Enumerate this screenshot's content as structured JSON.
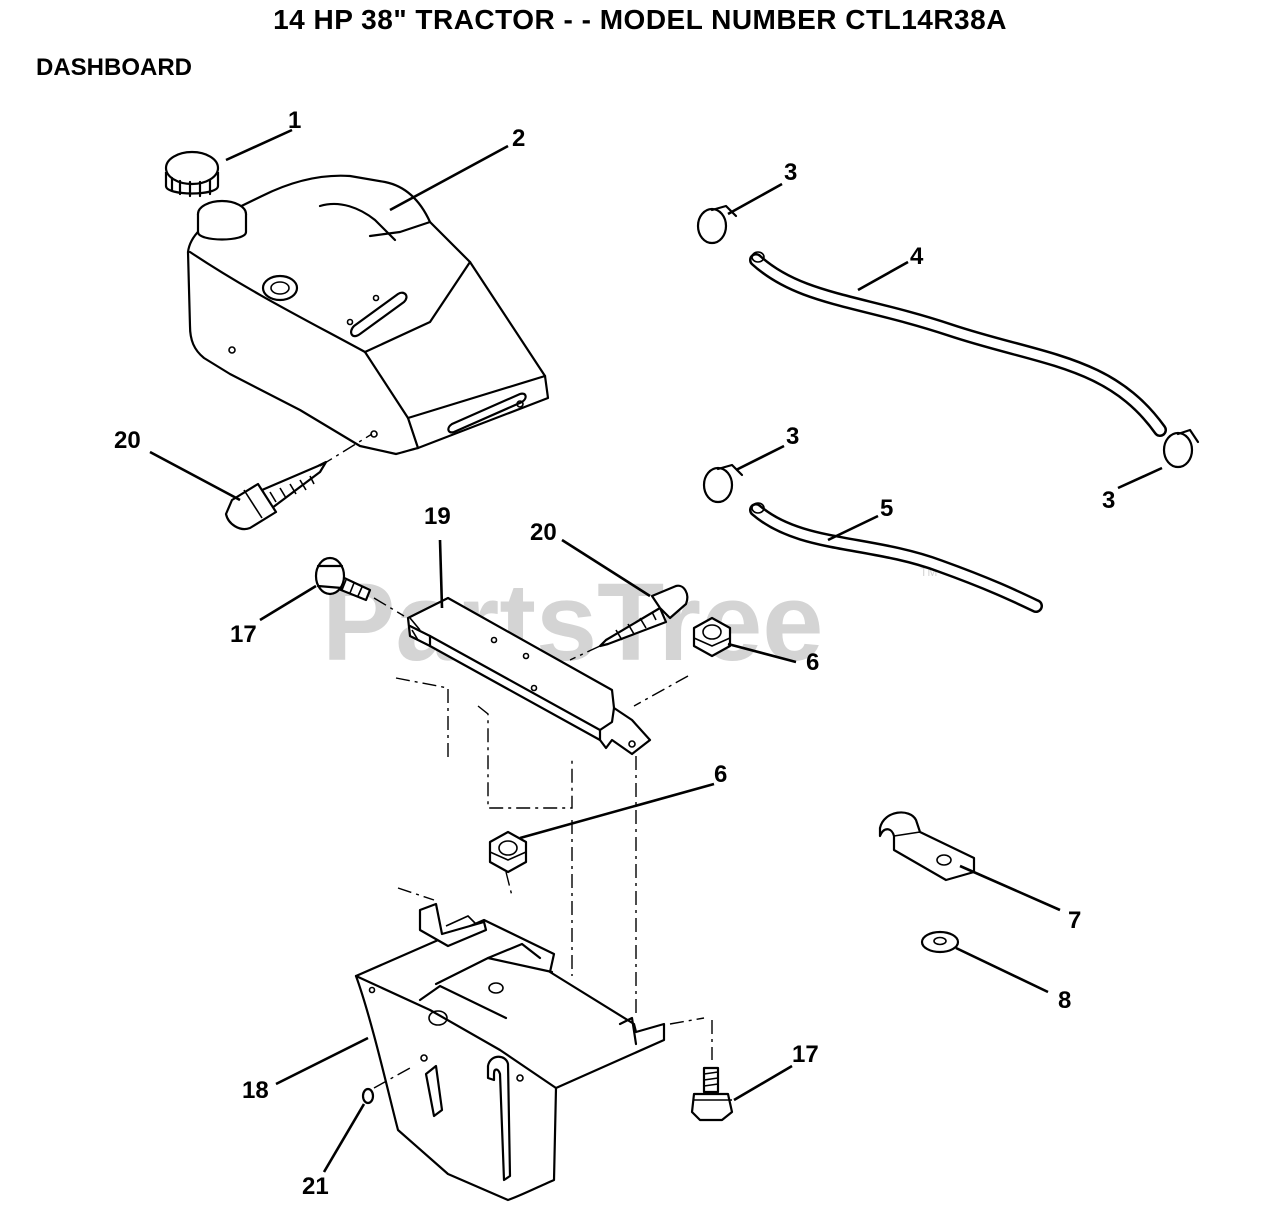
{
  "header": {
    "title": "14 HP 38\" TRACTOR - - MODEL NUMBER CTL14R38A",
    "section": "DASHBOARD"
  },
  "watermark": {
    "text": "PartsTree",
    "mark": "TM"
  },
  "callouts": {
    "c1": "1",
    "c2": "2",
    "c3a": "3",
    "c3b": "3",
    "c3c": "3",
    "c4": "4",
    "c5": "5",
    "c6a": "6",
    "c6b": "6",
    "c7": "7",
    "c8": "8",
    "c17a": "17",
    "c17b": "17",
    "c18": "18",
    "c19": "19",
    "c20a": "20",
    "c20b": "20",
    "c21": "21"
  }
}
